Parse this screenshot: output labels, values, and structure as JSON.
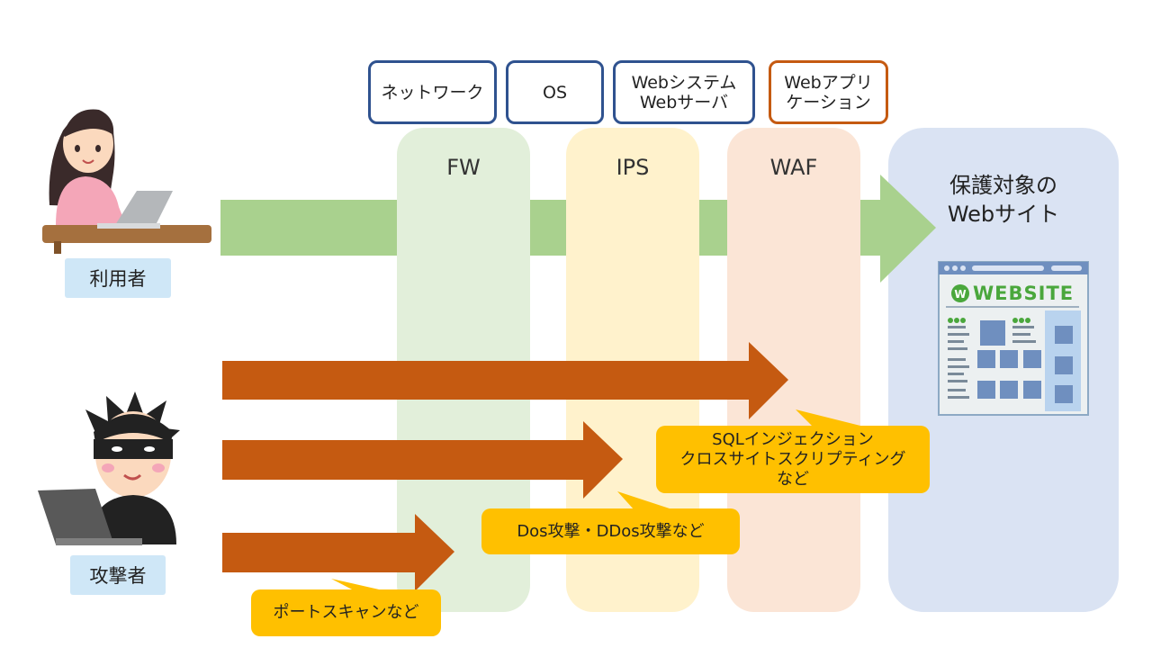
{
  "layers": [
    {
      "label": "ネットワーク"
    },
    {
      "label": "OS"
    },
    {
      "label": "Webシステム\nWebサーバ"
    },
    {
      "label": "Webアプリ\nケーション"
    }
  ],
  "columns": [
    {
      "label": "FW"
    },
    {
      "label": "IPS"
    },
    {
      "label": "WAF"
    }
  ],
  "target": {
    "label": "保護対象の\nWebサイト",
    "website_logo": "WEBSITE"
  },
  "actors": {
    "user": "利用者",
    "attacker": "攻撃者"
  },
  "callouts": {
    "port_scan": "ポートスキャンなど",
    "dos": "Dos攻撃・DDos攻撃など",
    "sql": "SQLインジェクション\nクロスサイトスクリプティング\nなど"
  },
  "colors": {
    "layer_border": "#2f528f",
    "layer_border_accent": "#c55a11",
    "fw_column": "#e2efda",
    "ips_column": "#fff2cc",
    "waf_column": "#fbe5d6",
    "target_panel": "#dae3f3",
    "user_arrow": "#a9d18e",
    "attack_arrow": "#c55a11",
    "callout": "#ffc000"
  }
}
